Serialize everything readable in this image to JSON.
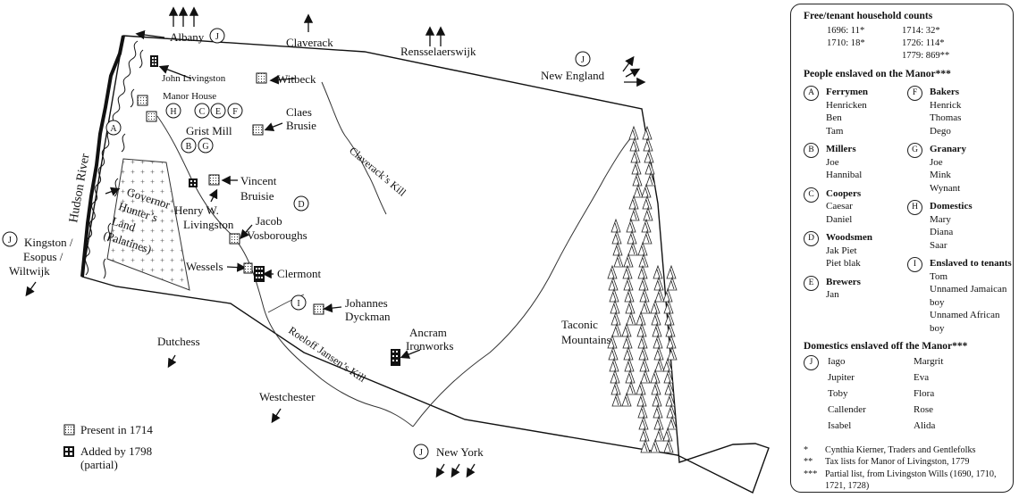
{
  "map": {
    "labels": {
      "albany": "Albany",
      "claverack": "Claverack",
      "rensselaerswijk": "Rensselaerswijk",
      "new_england": "New England",
      "john_livingston": "John Livingston",
      "witbeck": "Witbeck",
      "manor_house": "Manor House",
      "claes_brusie": [
        "Claes",
        "Brusie"
      ],
      "grist_mill": "Grist Mill",
      "clavercks_kill": "Claverack’s Kill",
      "vincent_bruisie": [
        "Vincent",
        "Bruisie"
      ],
      "governor_hunters_land": [
        "Governor",
        "Hunter’s",
        "Land",
        "(Palatines)"
      ],
      "henry_w_livingston": [
        "Henry W.",
        "Livingston"
      ],
      "jacob_vosboroughs": [
        "Jacob",
        "Vosboroughs"
      ],
      "wessels": "Wessels",
      "clermont": "Clermont",
      "hudson_river": "Hudson River",
      "kingston": [
        "Kingston /",
        "Esopus /",
        "Wiltwijk"
      ],
      "johannes_dyckman": [
        "Johannes",
        "Dyckman"
      ],
      "roeloff_jansens_kill": "Roeloff Jansen’s Kill",
      "ancram_ironworks": [
        "Ancram",
        "Ironworks"
      ],
      "taconic_mountains": [
        "Taconic",
        "Mountains"
      ],
      "dutchess": "Dutchess",
      "westchester": "Westchester",
      "new_york": "New York"
    },
    "letters": [
      "A",
      "B",
      "C",
      "D",
      "E",
      "F",
      "G",
      "H",
      "I",
      "J"
    ],
    "key": {
      "present_1714": "Present in 1714",
      "added_1798": [
        "Added by 1798",
        "(partial)"
      ]
    }
  },
  "legend": {
    "counts_title": "Free/tenant household counts",
    "counts": [
      "1696: 11*",
      "1714: 32*",
      "1710: 18*",
      "1726: 114*",
      "",
      "1779: 869**"
    ],
    "people_title": "People enslaved on the Manor***",
    "groups_left": [
      {
        "letter": "A",
        "name": "Ferrymen",
        "members": [
          "Henricken",
          "Ben",
          "Tam"
        ]
      },
      {
        "letter": "B",
        "name": "Millers",
        "members": [
          "Joe",
          "Hannibal"
        ]
      },
      {
        "letter": "C",
        "name": "Coopers",
        "members": [
          "Caesar",
          "Daniel"
        ]
      },
      {
        "letter": "D",
        "name": "Woodsmen",
        "members": [
          "Jak Piet",
          "Piet blak"
        ]
      },
      {
        "letter": "E",
        "name": "Brewers",
        "members": [
          "Jan"
        ]
      }
    ],
    "groups_right": [
      {
        "letter": "F",
        "name": "Bakers",
        "members": [
          "Henrick",
          "Thomas",
          "Dego"
        ]
      },
      {
        "letter": "G",
        "name": "Granary",
        "members": [
          "Joe",
          "Mink",
          "Wynant"
        ]
      },
      {
        "letter": "H",
        "name": "Domestics",
        "members": [
          "Mary",
          "Diana",
          "Saar"
        ]
      },
      {
        "letter": "I",
        "name": "Enslaved to tenants",
        "members": [
          "Tom",
          "Unnamed Jamaican",
          "boy",
          "Unnamed African boy"
        ]
      }
    ],
    "off_title": "Domestics enslaved off the Manor***",
    "off_letter": "J",
    "off_left": [
      "Iago",
      "Jupiter",
      "Toby",
      "Callender",
      "Isabel"
    ],
    "off_right": [
      "Margrit",
      "Eva",
      "Flora",
      "Rose",
      "Alida"
    ],
    "notes": [
      {
        "mark": "*",
        "text": "Cynthia Kierner, Traders and Gentlefolks"
      },
      {
        "mark": "**",
        "text": "Tax lists for Manor of Livingston, 1779"
      },
      {
        "mark": "***",
        "text": "Partial list, from Livingston Wills (1690, 1710, 1721, 1728)"
      }
    ]
  }
}
